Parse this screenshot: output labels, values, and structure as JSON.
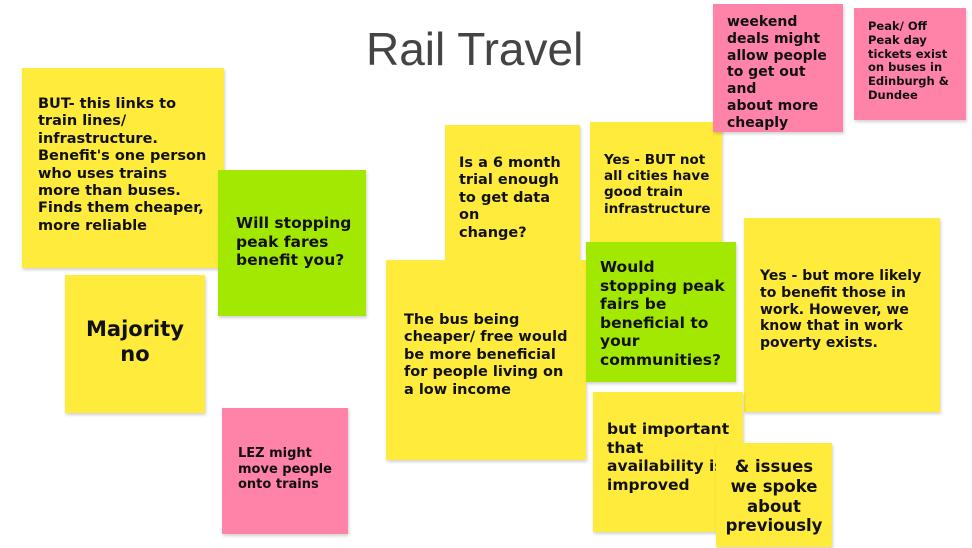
{
  "title": "Rail Travel",
  "colors": {
    "yellow": "#ffeb3b",
    "green": "#a3e800",
    "pink": "#ff82a9"
  },
  "notes": {
    "but_links": "BUT- this links to\ntrain lines/\ninfrastructure.\nBenefit's one person\nwho uses trains\nmore than buses.\nFinds them cheaper,\nmore reliable",
    "will_stopping": "Will stopping\npeak fares\nbenefit you?",
    "majority_no": "Majority\nno",
    "lez": "LEZ might\nmove people\nonto trains",
    "six_month": "Is a 6 month\ntrial enough\nto get data on\nchange?",
    "bus_cheaper": "The bus being\ncheaper/ free would\nbe more beneficial\nfor people living on\na low income",
    "yes_but_not": "Yes - BUT not\nall cities have\ngood train\ninfrastructure",
    "would_stopping": "Would\nstopping peak\nfairs be\nbeneficial to\nyour\ncommunities?",
    "weekend": "weekend\ndeals might\nallow people\nto get out and\nabout more\ncheaply",
    "peak_off": "Peak/ Off\nPeak day\ntickets exist\non buses in\nEdinburgh &\nDundee",
    "yes_more_likely": "Yes - but more likely\nto benefit those in\nwork. However, we\nknow that in work\npoverty exists.",
    "important": "but important\nthat\navailability is\nimproved",
    "issues": "& issues\nwe spoke\nabout\npreviously"
  }
}
